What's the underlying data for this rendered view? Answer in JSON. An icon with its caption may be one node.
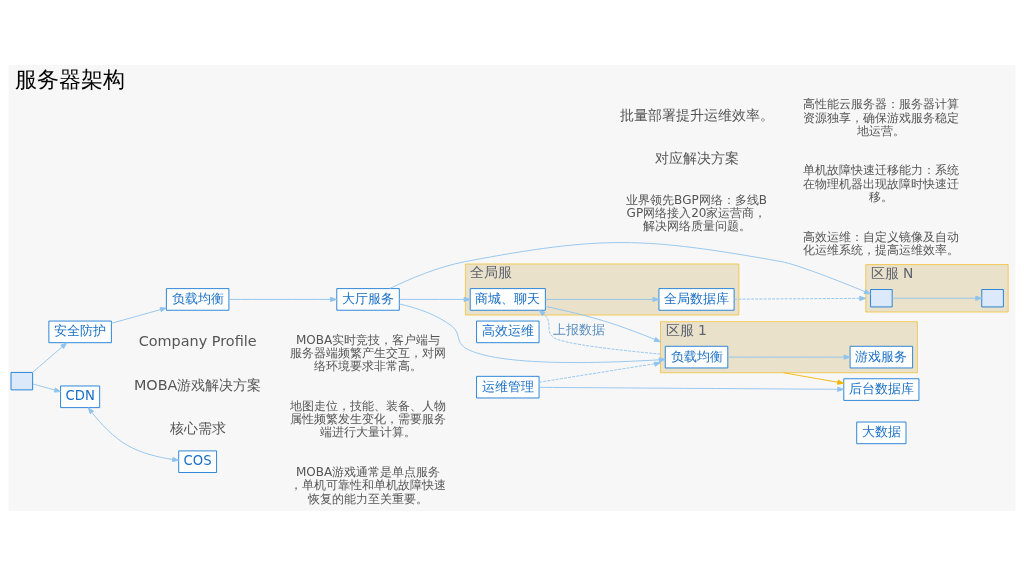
{
  "diagram": {
    "title": "服务器架构",
    "nodes": [
      {
        "text": [
          "全局服"
        ]
      },
      {
        "text": [
          "商城、聊天"
        ],
        "in": 0
      },
      {
        "text": [
          "全局数据库"
        ],
        "in": 0
      },
      {
        "text": [
          "区服 1"
        ]
      },
      {
        "text": [
          "负载均衡"
        ],
        "in": 3
      },
      {
        "text": [
          "游戏服务"
        ],
        "in": 3
      },
      {
        "text": [
          "区服 N"
        ]
      },
      {
        "text": [],
        "shape": "box",
        "in": 6
      },
      {
        "text": [],
        "shape": "box",
        "in": 6
      },
      {
        "text": [
          "CDN"
        ]
      },
      {
        "text": [
          "COS"
        ]
      },
      {
        "text": [],
        "shape": "box"
      },
      {
        "text": [
          "安全防护"
        ]
      },
      {
        "text": [
          "负载均衡"
        ]
      },
      {
        "text": [
          "大厅服务"
        ]
      },
      {
        "text": [
          "高效运维"
        ]
      },
      {
        "text": [
          "运维管理"
        ]
      },
      {
        "text": [
          "后台数据库"
        ]
      },
      {
        "text": [
          "大数据"
        ]
      }
    ],
    "edges": [
      {
        "from": 11,
        "to": 9,
        "arrow": "to"
      },
      {
        "from": 11,
        "to": 12,
        "arrow": "to"
      },
      {
        "from": 9,
        "to": 10,
        "arrow": "both"
      },
      {
        "from": 12,
        "to": 13,
        "arrow": "to"
      },
      {
        "from": 13,
        "to": 14,
        "arrow": "to"
      },
      {
        "from": 14,
        "to": 1,
        "arrow": "to"
      },
      {
        "from": 14,
        "to": 4,
        "arrow": "to"
      },
      {
        "from": 14,
        "to": 7,
        "arrow": "to"
      },
      {
        "from": 1,
        "to": 2,
        "arrow": "to"
      },
      {
        "from": 1,
        "to": 3,
        "arrow": "to"
      },
      {
        "from": 4,
        "to": 5,
        "arrow": "to"
      },
      {
        "from": 7,
        "to": 8,
        "arrow": "to"
      },
      {
        "from": 3,
        "to": 1,
        "arrow": "to",
        "label": "上报数据",
        "style": "dashed"
      },
      {
        "from": 2,
        "to": 6,
        "arrow": "to",
        "style": "dashed"
      },
      {
        "from": 16,
        "to": 3,
        "arrow": "to",
        "style": "dashed"
      },
      {
        "from": 16,
        "to": 17,
        "arrow": "to"
      },
      {
        "from": 3,
        "to": 17,
        "arrow": "to",
        "color": "#f5b400"
      }
    ],
    "labels": [
      "Company Profile",
      "MOBA游戏解决方案",
      "核心需求",
      "MOBA实时竞技，客户端与服务器端频繁产生交互，对网络环境要求非常高。",
      "地图走位，技能、装备、人物属性频繁发生变化，需要服务端进行大量计算。",
      "MOBA游戏通常是单点服务，单机可靠性和单机故障快速恢复的能力至关重要。",
      "批量部署提升运维效率。",
      "对应解决方案",
      "业界领先BGP网络：多线BGP网络接入20家运营商，解决网络质量问题。",
      "高性能云服务器：服务器计算资源独享，确保游戏服务稳定地运营。",
      "单机故障快速迁移能力：系统在物理机器出现故障时快速迁移。",
      "高效运维：自定义镜像及自动化运维系统，提高运维效率。"
    ]
  }
}
